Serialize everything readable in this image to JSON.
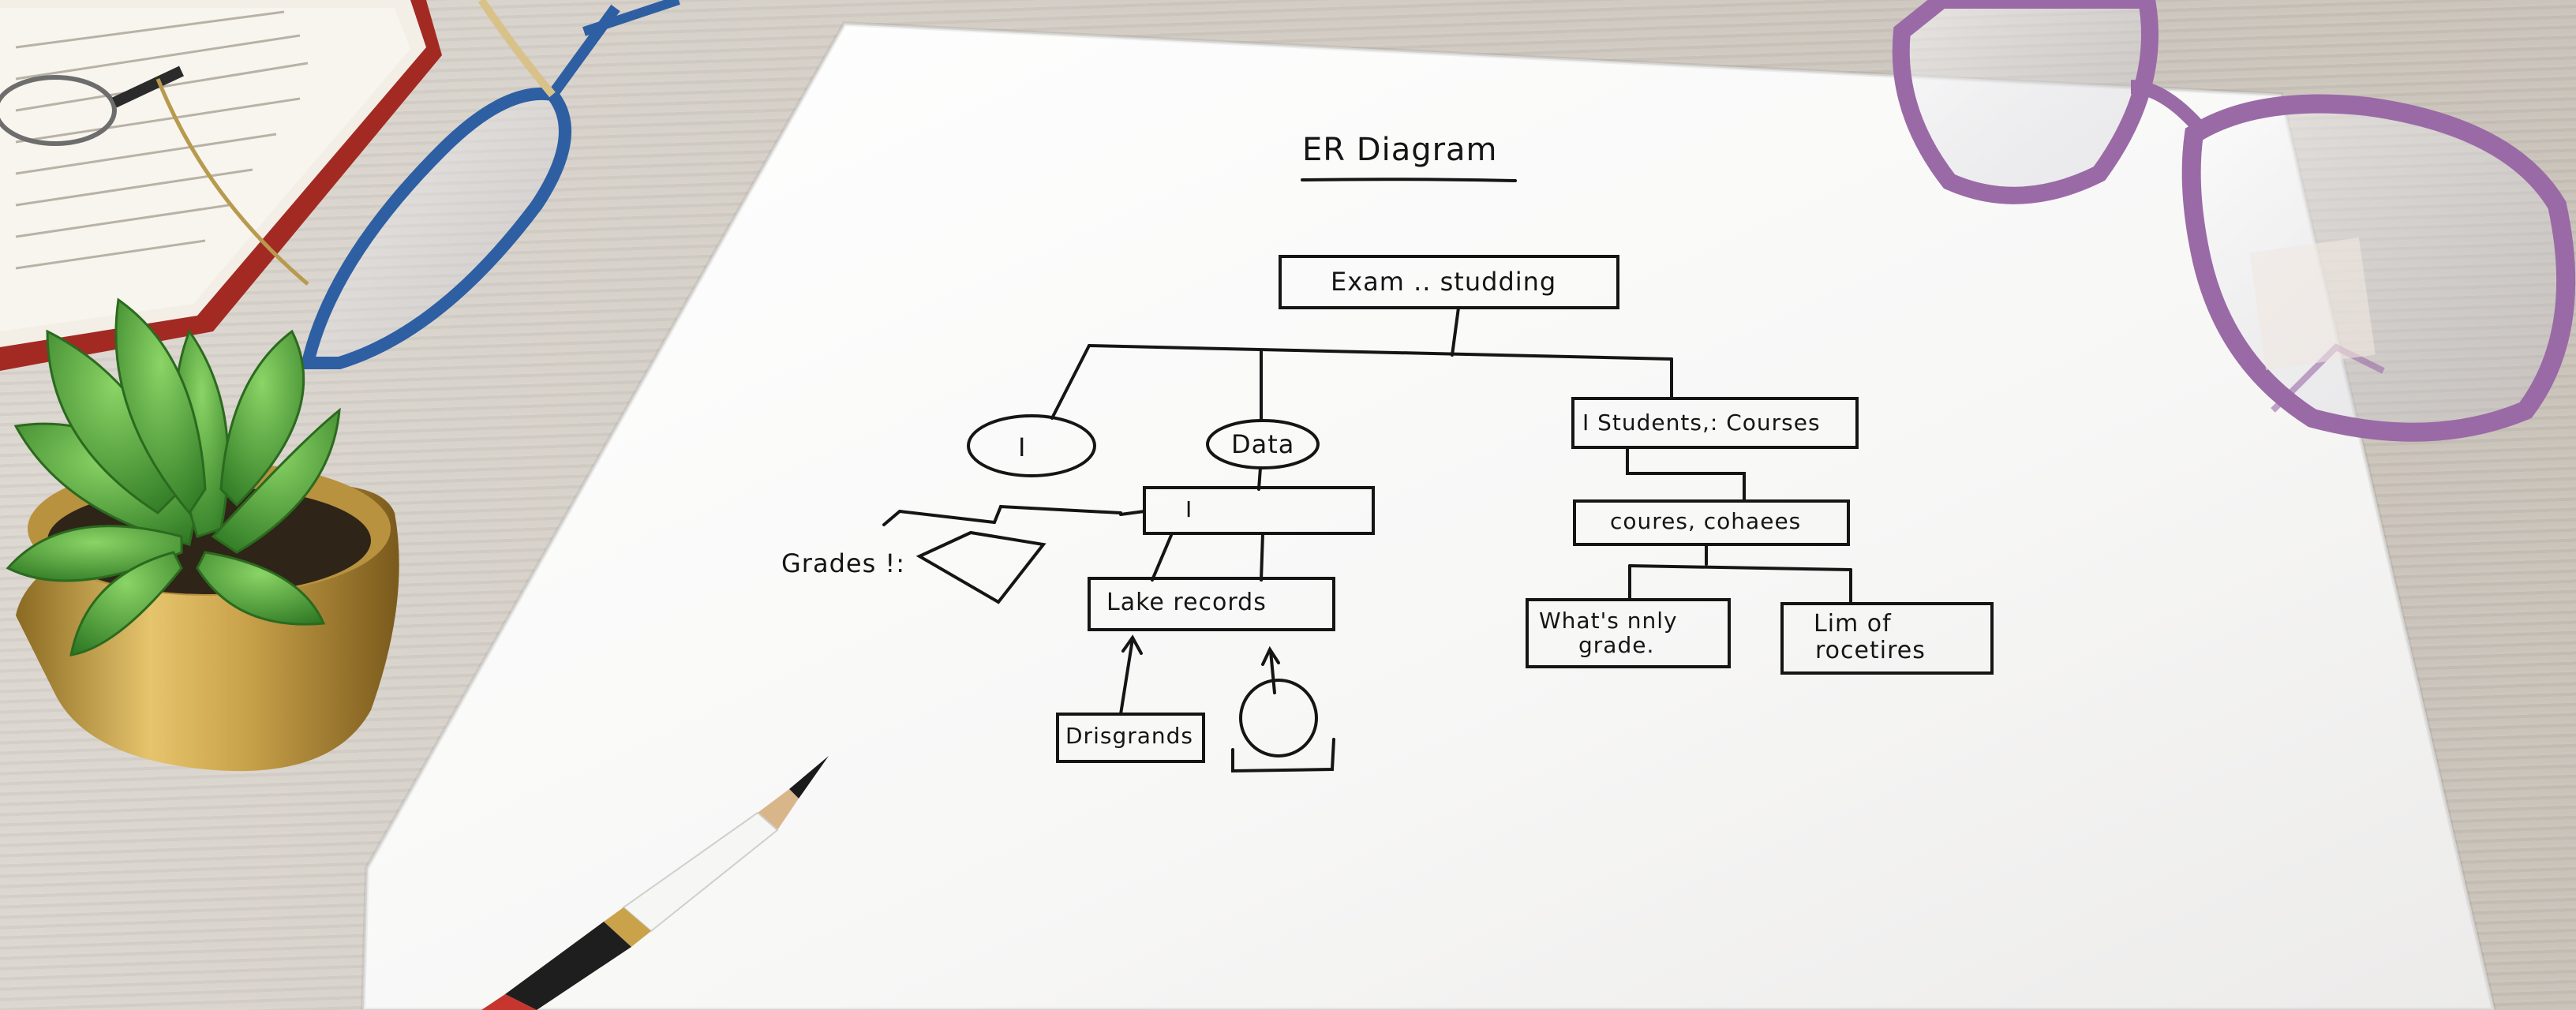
{
  "diagram": {
    "title": "ER Diagram",
    "root": "Exam  ..  studding",
    "left_ellipse": "I",
    "mid_ellipse": "Data",
    "mid_box": "I",
    "right_top": "I Students,: Courses",
    "right_mid": "coures,  cohaees",
    "right_left_line1": "What's  nnly",
    "right_left_line2": "grade.",
    "right_right_line1": "Lim  of",
    "right_right_line2": "rocetires",
    "grades_label": "Grades  !:",
    "lake": "Lake  records",
    "drisg": "Drisgrands"
  },
  "objects": {
    "plant": "succulent-in-gold-pot",
    "book": "open-book",
    "glasses_left": "blue-rimmed-glasses",
    "glasses_right": "purple-rimmed-glasses",
    "pencil": "pencil"
  },
  "colors": {
    "desk": "#d2ccc4",
    "paper": "#fbfbfb",
    "ink": "#151515",
    "pot_gold": "#c9a24a",
    "leaf_green": "#3f8d2e",
    "glasses_blue": "#2e5fa3",
    "glasses_purple": "#9a6aa6",
    "pencil_red": "#c7352f"
  }
}
